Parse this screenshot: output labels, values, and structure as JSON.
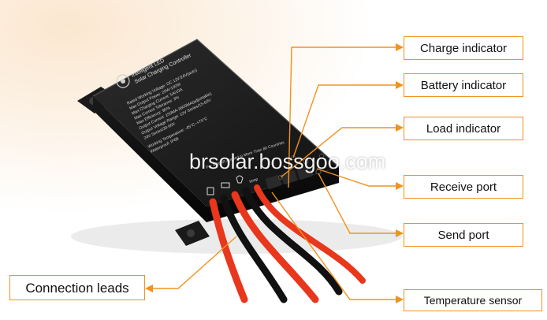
{
  "callouts": {
    "charge_indicator": "Charge indicator",
    "battery_indicator": "Battery indicator",
    "load_indicator": "Load indicator",
    "receive_port": "Receive port",
    "send_port": "Send port",
    "temperature_sensor": "Temperature sensor",
    "connection_leads": "Connection leads"
  },
  "device": {
    "brand_line_1": "Intelligent LED",
    "brand_line_2": "Solar Charging Controller",
    "specs": [
      "Rated Working Voltage: DC 12V/24V(auto)",
      "Max Output Power: 20W-100W",
      "Max Charging Current: 5A/10A",
      "Max Current Tolerance: 3%",
      "Max Efficiency: 95%",
      "Output Current: 150MA-3600MA(adjustable)",
      "Output Voltage Range: 12V Series/15-60V",
      "24V Series/30-60V",
      "Working Temperature: -45°C~+75°C",
      "Waterproof: IP68"
    ],
    "port_caption": "For SOLAR Applied in More Than 80 Countries",
    "bottom_label": "temp"
  },
  "watermark": "brsolar.bossgoo.com",
  "colors": {
    "accent": "#f0921e",
    "case": "#1c1c1c",
    "wire_red": "#e8371c",
    "wire_black": "#111111"
  }
}
